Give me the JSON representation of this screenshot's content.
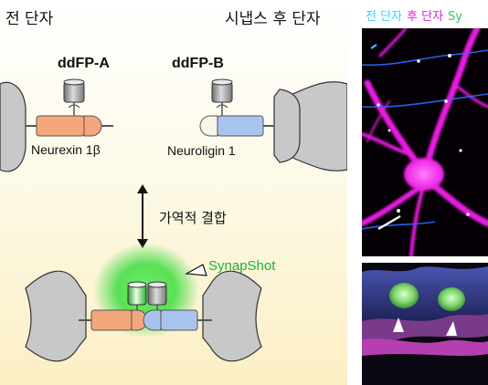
{
  "headers": {
    "presynaptic": "전 단자",
    "postsynaptic": "시냅스 후 단자"
  },
  "probes": {
    "a_name": "ddFP-A",
    "b_name": "ddFP-B"
  },
  "proteins": {
    "left": "Neurexin 1β",
    "right": "Neuroligin 1"
  },
  "arrow_label": "가역적 결합",
  "reporter": "SynapShot",
  "image_legend": {
    "pre": "전 단자",
    "post": "후 단자",
    "syn": "Sy"
  },
  "colors": {
    "orange": "#f4a77c",
    "blue": "#a9c4ec",
    "grey_shape": "#c8c8c8",
    "green_glow": "#3fdc3f",
    "magenta": "#e81ce0",
    "cyan": "#3ad0ff",
    "legend_green": "#32c85a"
  }
}
